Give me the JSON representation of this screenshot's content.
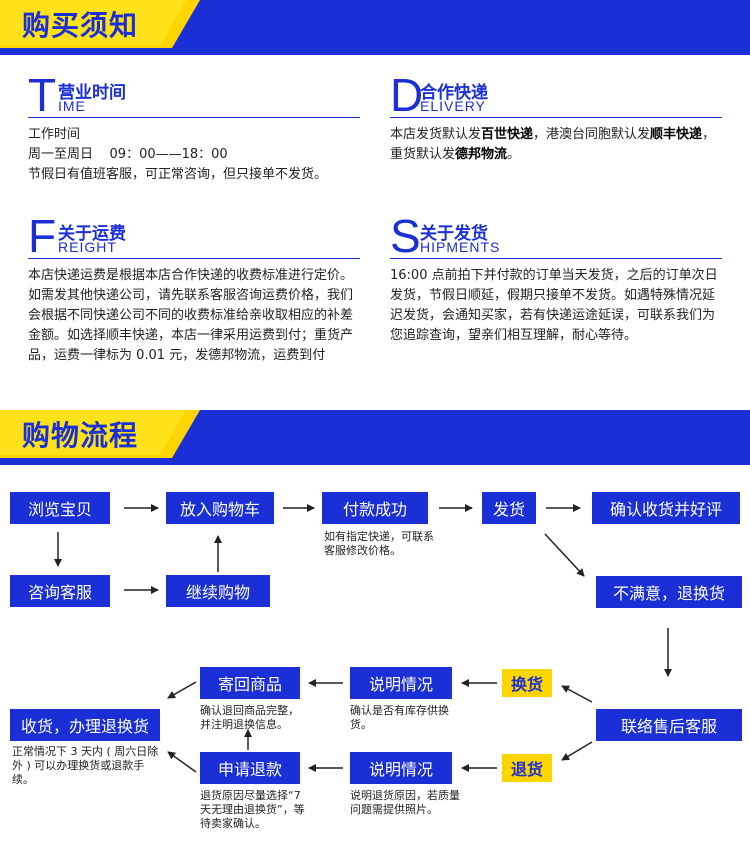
{
  "sections": {
    "notice_title": "购买须知",
    "flow_title": "购物流程"
  },
  "info": {
    "time": {
      "big": "T",
      "cn": "营业时间",
      "en": "IME",
      "lines": [
        "工作时间",
        "周一至周日    09：00——18：00",
        "节假日有值班客服，可正常咨询，但只接单不发货。"
      ]
    },
    "delivery": {
      "big": "D",
      "cn": "合作快递",
      "en": "ELIVERY",
      "p1": "本店发货默认发",
      "b1": "百世快递",
      "p2": "，港澳台同胞默认发",
      "b2": "顺丰快递",
      "p3": "，重货默认发",
      "b3": "德邦物流",
      "p4": "。"
    },
    "freight": {
      "big": "F",
      "cn": "关于运费",
      "en": "REIGHT",
      "text": "本店快递运费是根据本店合作快递的收费标准进行定价。如需发其他快递公司，请先联系客服咨询运费价格，我们会根据不同快递公司不同的收费标准给亲收取相应的补差金额。如选择顺丰快递，本店一律采用运费到付；重货产品，运费一律标为 0.01 元，发德邦物流，运费到付"
    },
    "shipments": {
      "big": "S",
      "cn": "关于发货",
      "en": "HIPMENTS",
      "text": "16:00 点前拍下并付款的订单当天发货，之后的订单次日发货，节假日顺延，假期只接单不发货。如遇特殊情况延迟发货，会通知买家，若有快递运途延误，可联系我们为您追踪查询，望亲们相互理解，耐心等待。"
    }
  },
  "flow": {
    "browse": "浏览宝贝",
    "cart": "放入购物车",
    "pay": "付款成功",
    "ship": "发货",
    "confirm": "确认收货并好评",
    "consult": "咨询客服",
    "continue": "继续购物",
    "unsatisfied": "不满意，退换货",
    "after_sales": "联络售后客服",
    "exchange": "换货",
    "return": "退货",
    "explain1": "说明情况",
    "explain2": "说明情况",
    "send_back": "寄回商品",
    "refund_apply": "申请退款",
    "receive": "收货，办理退换货",
    "pay_note": "如有指定快递，可联系客服修改价格。",
    "send_back_note": "确认退回商品完整，并注明退换信息。",
    "explain1_note": "确认是否有库存供换货。",
    "explain2_note": "说明退货原因，若质量问题需提供照片。",
    "refund_note": "退货原因尽量选择“7 天无理由退换货”，等待卖家确认。",
    "receive_note": "正常情况下 3 天内 ( 周六日除外 ) 可以办理换货或退款手续。"
  },
  "colors": {
    "blue": "#1b2fd6",
    "yellow": "#ffd500"
  }
}
